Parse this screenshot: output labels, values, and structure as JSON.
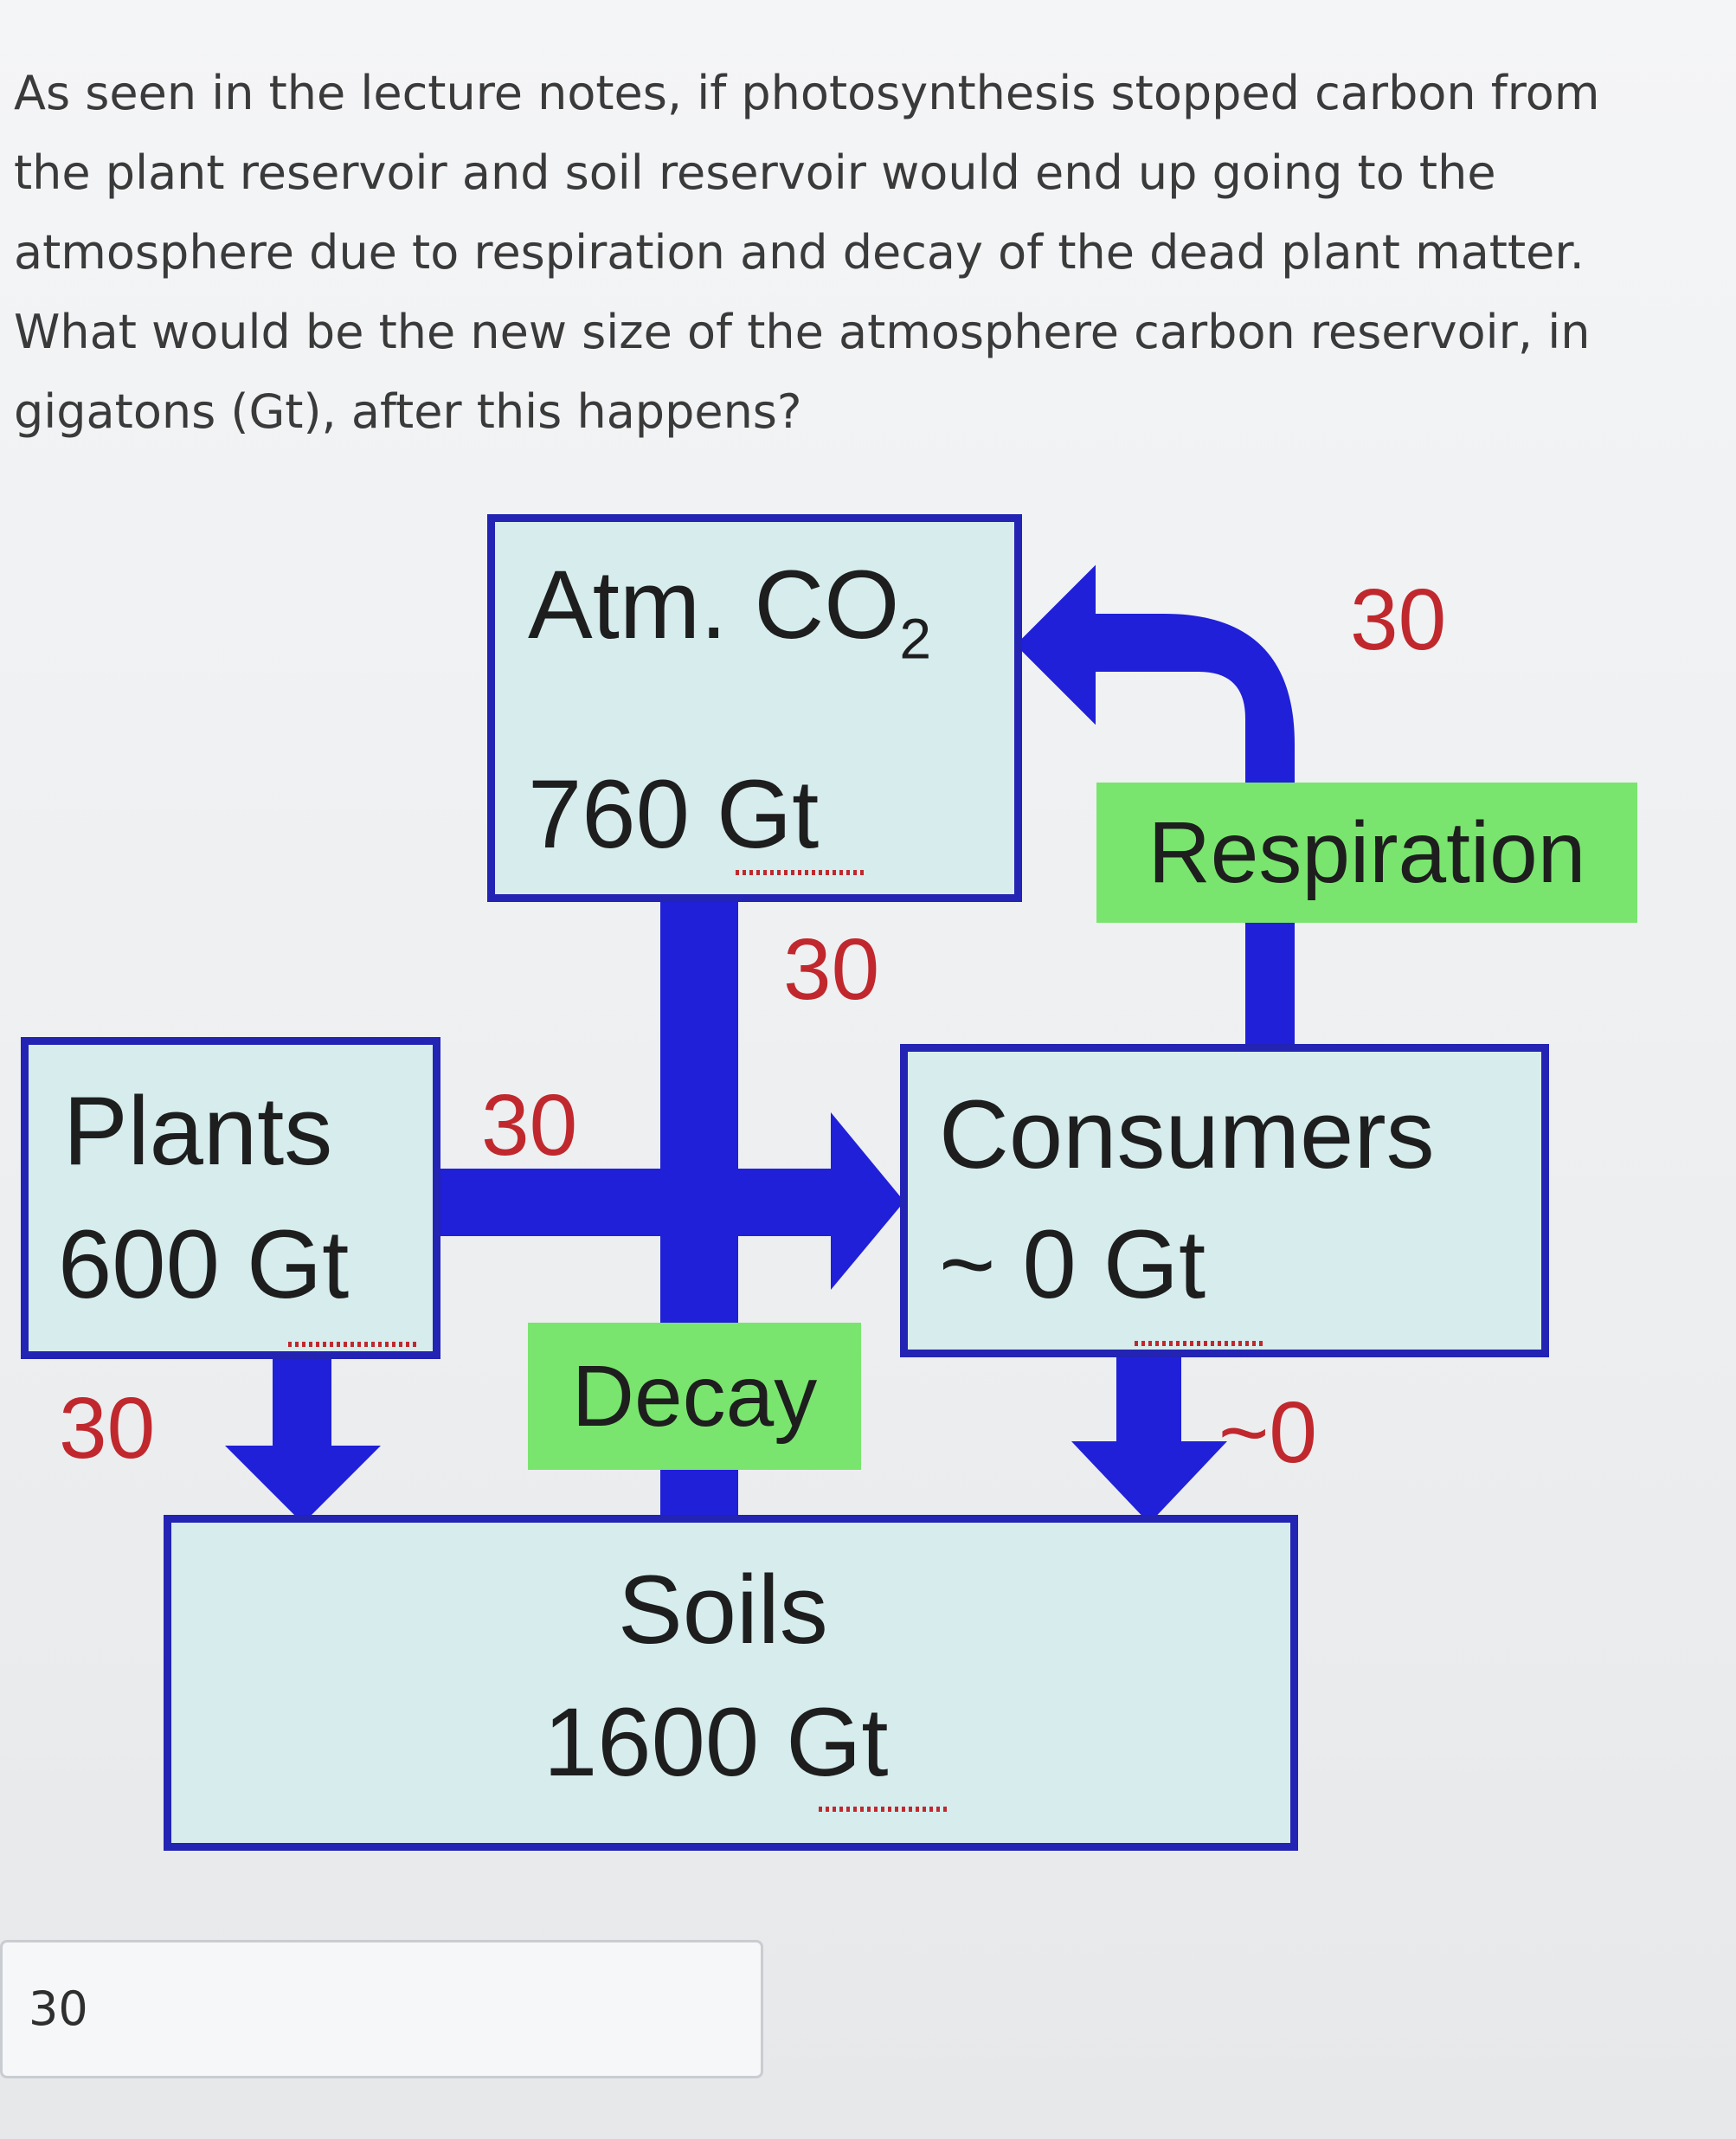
{
  "question": {
    "text": "As seen in the lecture notes, if photosynthesis stopped carbon from the plant reservoir and soil reservoir would end up going to the atmosphere due to respiration and decay of the dead plant matter. What would be the new size of the atmosphere carbon reservoir, in gigatons (Gt), after this happens?"
  },
  "diagram": {
    "atmosphere": {
      "name": "Atm. CO",
      "subscript": "2",
      "amount": "760 Gt"
    },
    "plants": {
      "name": "Plants",
      "amount": "600 Gt"
    },
    "consumers": {
      "name": "Consumers",
      "amount": "~ 0 Gt"
    },
    "soils": {
      "name": "Soils",
      "amount": "1600 Gt"
    },
    "processes": {
      "respiration": "Respiration",
      "decay": "Decay"
    },
    "fluxes": {
      "respiration_to_atm": "30",
      "decay_to_atm": "30",
      "plants_to_consumers": "30",
      "plants_to_soils": "30",
      "consumers_to_soils": "~0"
    },
    "colors": {
      "arrow": "#2020d8",
      "box_border": "#2323b4",
      "box_fill": "#d6eced",
      "process_label_fill": "#79e56e",
      "flux_text": "#c0282d"
    }
  },
  "answer": {
    "value": "30"
  }
}
